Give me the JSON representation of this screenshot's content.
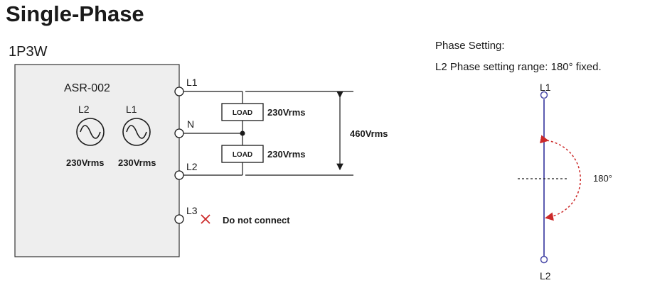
{
  "title": "Single-Phase",
  "subtitle": "1P3W",
  "device": {
    "model": "ASR-002",
    "sources": [
      {
        "name": "L2",
        "voltage": "230Vrms"
      },
      {
        "name": "L1",
        "voltage": "230Vrms"
      }
    ]
  },
  "terminals": [
    "L1",
    "N",
    "L2",
    "L3"
  ],
  "loads": [
    {
      "label": "LOAD",
      "voltage": "230Vrms"
    },
    {
      "label": "LOAD",
      "voltage": "230Vrms"
    }
  ],
  "total_voltage": "460Vrms",
  "l3_note": "Do not connect",
  "phase": {
    "heading": "Phase Setting:",
    "range_text": "L2 Phase setting range: 180° fixed.",
    "top_label": "L1",
    "bottom_label": "L2",
    "angle_label": "180°",
    "colors": {
      "axis": "#4a4aa8",
      "arc": "#cc2a2a"
    }
  }
}
